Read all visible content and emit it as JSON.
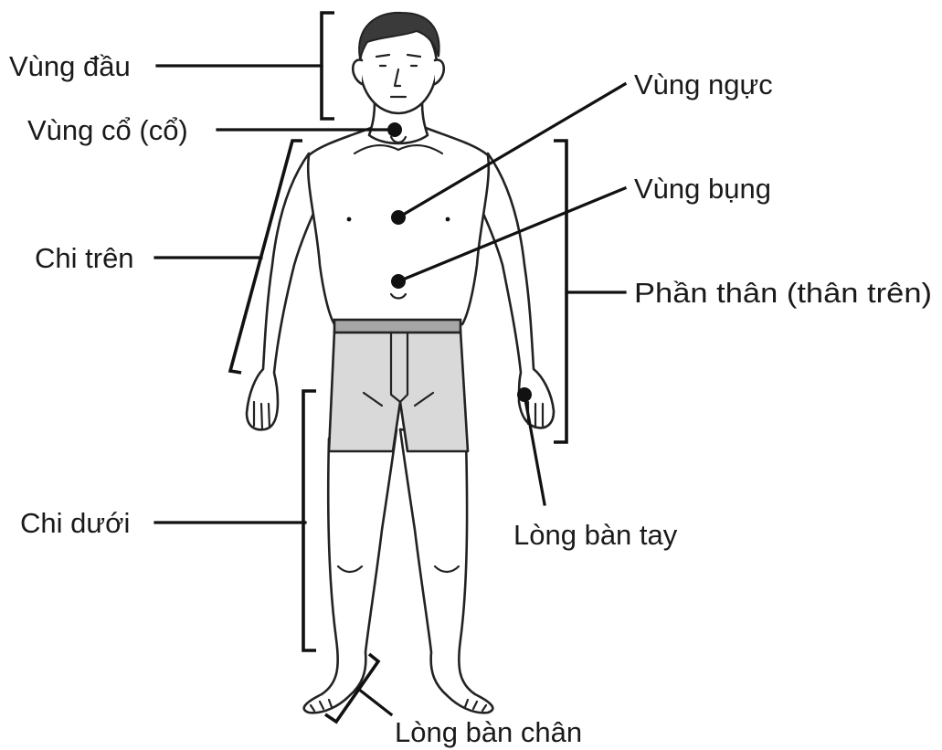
{
  "diagram": {
    "labels": {
      "head": "Vùng đầu",
      "neck": "Vùng cổ (cổ)",
      "upper_limb": "Chi trên",
      "lower_limb": "Chi dưới",
      "chest": "Vùng ngực",
      "abdomen": "Vùng bụng",
      "trunk": "Phần thân (thân trên)",
      "palm": "Lòng bàn tay",
      "sole": "Lòng bàn chân"
    },
    "colors": {
      "ink": "#111111",
      "underwear_fill": "#d9d9d9",
      "waistband_fill": "#a6a6a6",
      "hair": "#3a3a3a"
    }
  }
}
